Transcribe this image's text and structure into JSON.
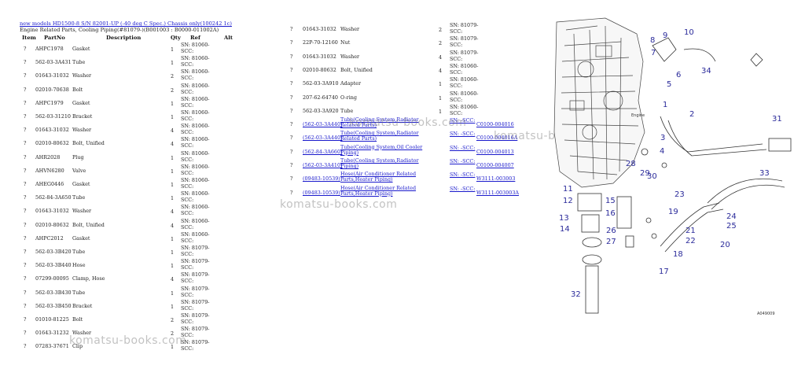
{
  "header": {
    "link": "new models HD1500-8 S/N 82001-UP (-40 deg C Spec.) Chassis only(100242 1c)",
    "title": "Engine Related Parts, Cooling Piping(#81079-)(B001003 : B0000-011002A)"
  },
  "columns": {
    "item": "Item",
    "part_no": "PartNo",
    "description": "Description",
    "qty": "Qty",
    "ref": "Ref",
    "alt": "Alt"
  },
  "left_rows": [
    {
      "item": "?",
      "part_no": "AHPC1978",
      "description": "Gasket",
      "qty": "1",
      "ref": "SN: 81060-SCC:"
    },
    {
      "item": "?",
      "part_no": "562-03-3A431",
      "description": "Tube",
      "qty": "1",
      "ref": "SN: 81060-SCC:"
    },
    {
      "item": "?",
      "part_no": "01643-31032",
      "description": "Washer",
      "qty": "2",
      "ref": "SN: 81060-SCC:"
    },
    {
      "item": "?",
      "part_no": "02010-70638",
      "description": "Bolt",
      "qty": "2",
      "ref": "SN: 81060-SCC:"
    },
    {
      "item": "?",
      "part_no": "AHPC1979",
      "description": "Gasket",
      "qty": "1",
      "ref": "SN: 81060-SCC:"
    },
    {
      "item": "?",
      "part_no": "562-03-31210",
      "description": "Bracket",
      "qty": "1",
      "ref": "SN: 81060-SCC:"
    },
    {
      "item": "?",
      "part_no": "01643-31032",
      "description": "Washer",
      "qty": "4",
      "ref": "SN: 81060-SCC:"
    },
    {
      "item": "?",
      "part_no": "02010-80632",
      "description": "Bolt, Unified",
      "qty": "4",
      "ref": "SN: 81060-SCC:"
    },
    {
      "item": "?",
      "part_no": "AHR2028",
      "description": "Plug",
      "qty": "1",
      "ref": "SN: 81060-SCC:"
    },
    {
      "item": "?",
      "part_no": "AHVN6280",
      "description": "Valve",
      "qty": "1",
      "ref": "SN: 81060-SCC:"
    },
    {
      "item": "?",
      "part_no": "AHEG0446",
      "description": "Gasket",
      "qty": "1",
      "ref": "SN: 81060-SCC:"
    },
    {
      "item": "?",
      "part_no": "562-84-3A650",
      "description": "Tube",
      "qty": "1",
      "ref": "SN: 81060-SCC:"
    },
    {
      "item": "?",
      "part_no": "01643-31032",
      "description": "Washer",
      "qty": "4",
      "ref": "SN: 81060-SCC:"
    },
    {
      "item": "?",
      "part_no": "02010-80632",
      "description": "Bolt, Unified",
      "qty": "4",
      "ref": "SN: 81060-SCC:"
    },
    {
      "item": "?",
      "part_no": "AHPC2012",
      "description": "Gasket",
      "qty": "1",
      "ref": "SN: 81060-SCC:"
    },
    {
      "item": "?",
      "part_no": "562-03-3B420",
      "description": "Tube",
      "qty": "1",
      "ref": "SN: 81079-SCC:"
    },
    {
      "item": "?",
      "part_no": "562-03-3B440",
      "description": "Hose",
      "qty": "1",
      "ref": "SN: 81079-SCC:"
    },
    {
      "item": "?",
      "part_no": "07299-00095",
      "description": "Clamp, Hose",
      "qty": "4",
      "ref": "SN: 81079-SCC:"
    },
    {
      "item": "?",
      "part_no": "562-03-3B430",
      "description": "Tube",
      "qty": "1",
      "ref": "SN: 81079-SCC:"
    },
    {
      "item": "?",
      "part_no": "562-03-3B450",
      "description": "Bracket",
      "qty": "1",
      "ref": "SN: 81079-SCC:"
    },
    {
      "item": "?",
      "part_no": "01010-81225",
      "description": "Bolt",
      "qty": "2",
      "ref": "SN: 81079-SCC:"
    },
    {
      "item": "?",
      "part_no": "01643-31232",
      "description": "Washer",
      "qty": "2",
      "ref": "SN: 81079-SCC:"
    },
    {
      "item": "?",
      "part_no": "07283-37671",
      "description": "Clip",
      "qty": "1",
      "ref": "SN: 81079-SCC:"
    }
  ],
  "right_rows": [
    {
      "item": "?",
      "part_no": "01643-31032",
      "description": "Washer",
      "qty": "2",
      "ref": "SN: 81079-SCC:",
      "linked": false
    },
    {
      "item": "?",
      "part_no": "22P-70-12160",
      "description": "Nut",
      "qty": "2",
      "ref": "SN: 81079-SCC:",
      "linked": false
    },
    {
      "item": "?",
      "part_no": "01643-31032",
      "description": "Washer",
      "qty": "4",
      "ref": "SN: 81079-SCC:",
      "linked": false
    },
    {
      "item": "?",
      "part_no": "02010-80632",
      "description": "Bolt, Unified",
      "qty": "4",
      "ref": "SN: 81060-SCC:",
      "linked": false
    },
    {
      "item": "?",
      "part_no": "562-03-3A910",
      "description": "Adapter",
      "qty": "1",
      "ref": "SN: 81060-SCC:",
      "linked": false
    },
    {
      "item": "?",
      "part_no": "207-62-64740",
      "description": "O-ring",
      "qty": "1",
      "ref": "SN: 81060-SCC:",
      "linked": false
    },
    {
      "item": "?",
      "part_no": "562-03-3A920",
      "description": "Tube",
      "qty": "1",
      "ref": "SN: 81060-SCC:",
      "linked": false
    },
    {
      "item": "?",
      "part_no": "(562-03-3A440)",
      "description": "Tube(Cooling System,Radiator Related Parts)",
      "qty": "",
      "ref": "SN: -SCC:",
      "sheet": "C0100-004016",
      "linked": true
    },
    {
      "item": "?",
      "part_no": "(562-03-3A440)",
      "description": "Tube(Cooling System,Radiator Related Parts)",
      "qty": "",
      "ref": "SN: -SCC:",
      "sheet": "C0100-004016A",
      "linked": true
    },
    {
      "item": "?",
      "part_no": "(562-84-3A660)",
      "description": "Tube(Cooling System,Oil Cooler Piping)",
      "qty": "",
      "ref": "SN: -SCC:",
      "sheet": "C0100-004013",
      "linked": true
    },
    {
      "item": "?",
      "part_no": "(562-03-3A410)",
      "description": "Tube(Cooling System,Radiator Piping)",
      "qty": "",
      "ref": "SN: -SCC:",
      "sheet": "C0100-004007",
      "linked": true
    },
    {
      "item": "?",
      "part_no": "(09483-10539)",
      "description": "Hose(Air Conditioner Related Parts,Heater Piping)",
      "qty": "",
      "ref": "SN: -SCC:",
      "sheet": "W3111-003003",
      "linked": true
    },
    {
      "item": "?",
      "part_no": "(09483-10539)",
      "description": "Hose(Air Conditioner Related Parts,Heater Piping)",
      "qty": "",
      "ref": "SN: -SCC:",
      "sheet": "W3111-003003A",
      "linked": true
    }
  ],
  "watermarks": [
    "komatsu-books.com",
    "komatsu-books.com",
    "komatsu-books.com",
    "komatsu-books.com"
  ],
  "diagram": {
    "callouts": [
      "8",
      "9",
      "10",
      "7",
      "34",
      "6",
      "5",
      "1",
      "2",
      "31",
      "3",
      "4",
      "28",
      "29",
      "30",
      "33",
      "11",
      "12",
      "13",
      "14",
      "15",
      "16",
      "26",
      "27",
      "23",
      "19",
      "24",
      "25",
      "21",
      "22",
      "20",
      "18",
      "17",
      "32"
    ],
    "engine_label": "Engine",
    "figure_id": "A049009"
  }
}
